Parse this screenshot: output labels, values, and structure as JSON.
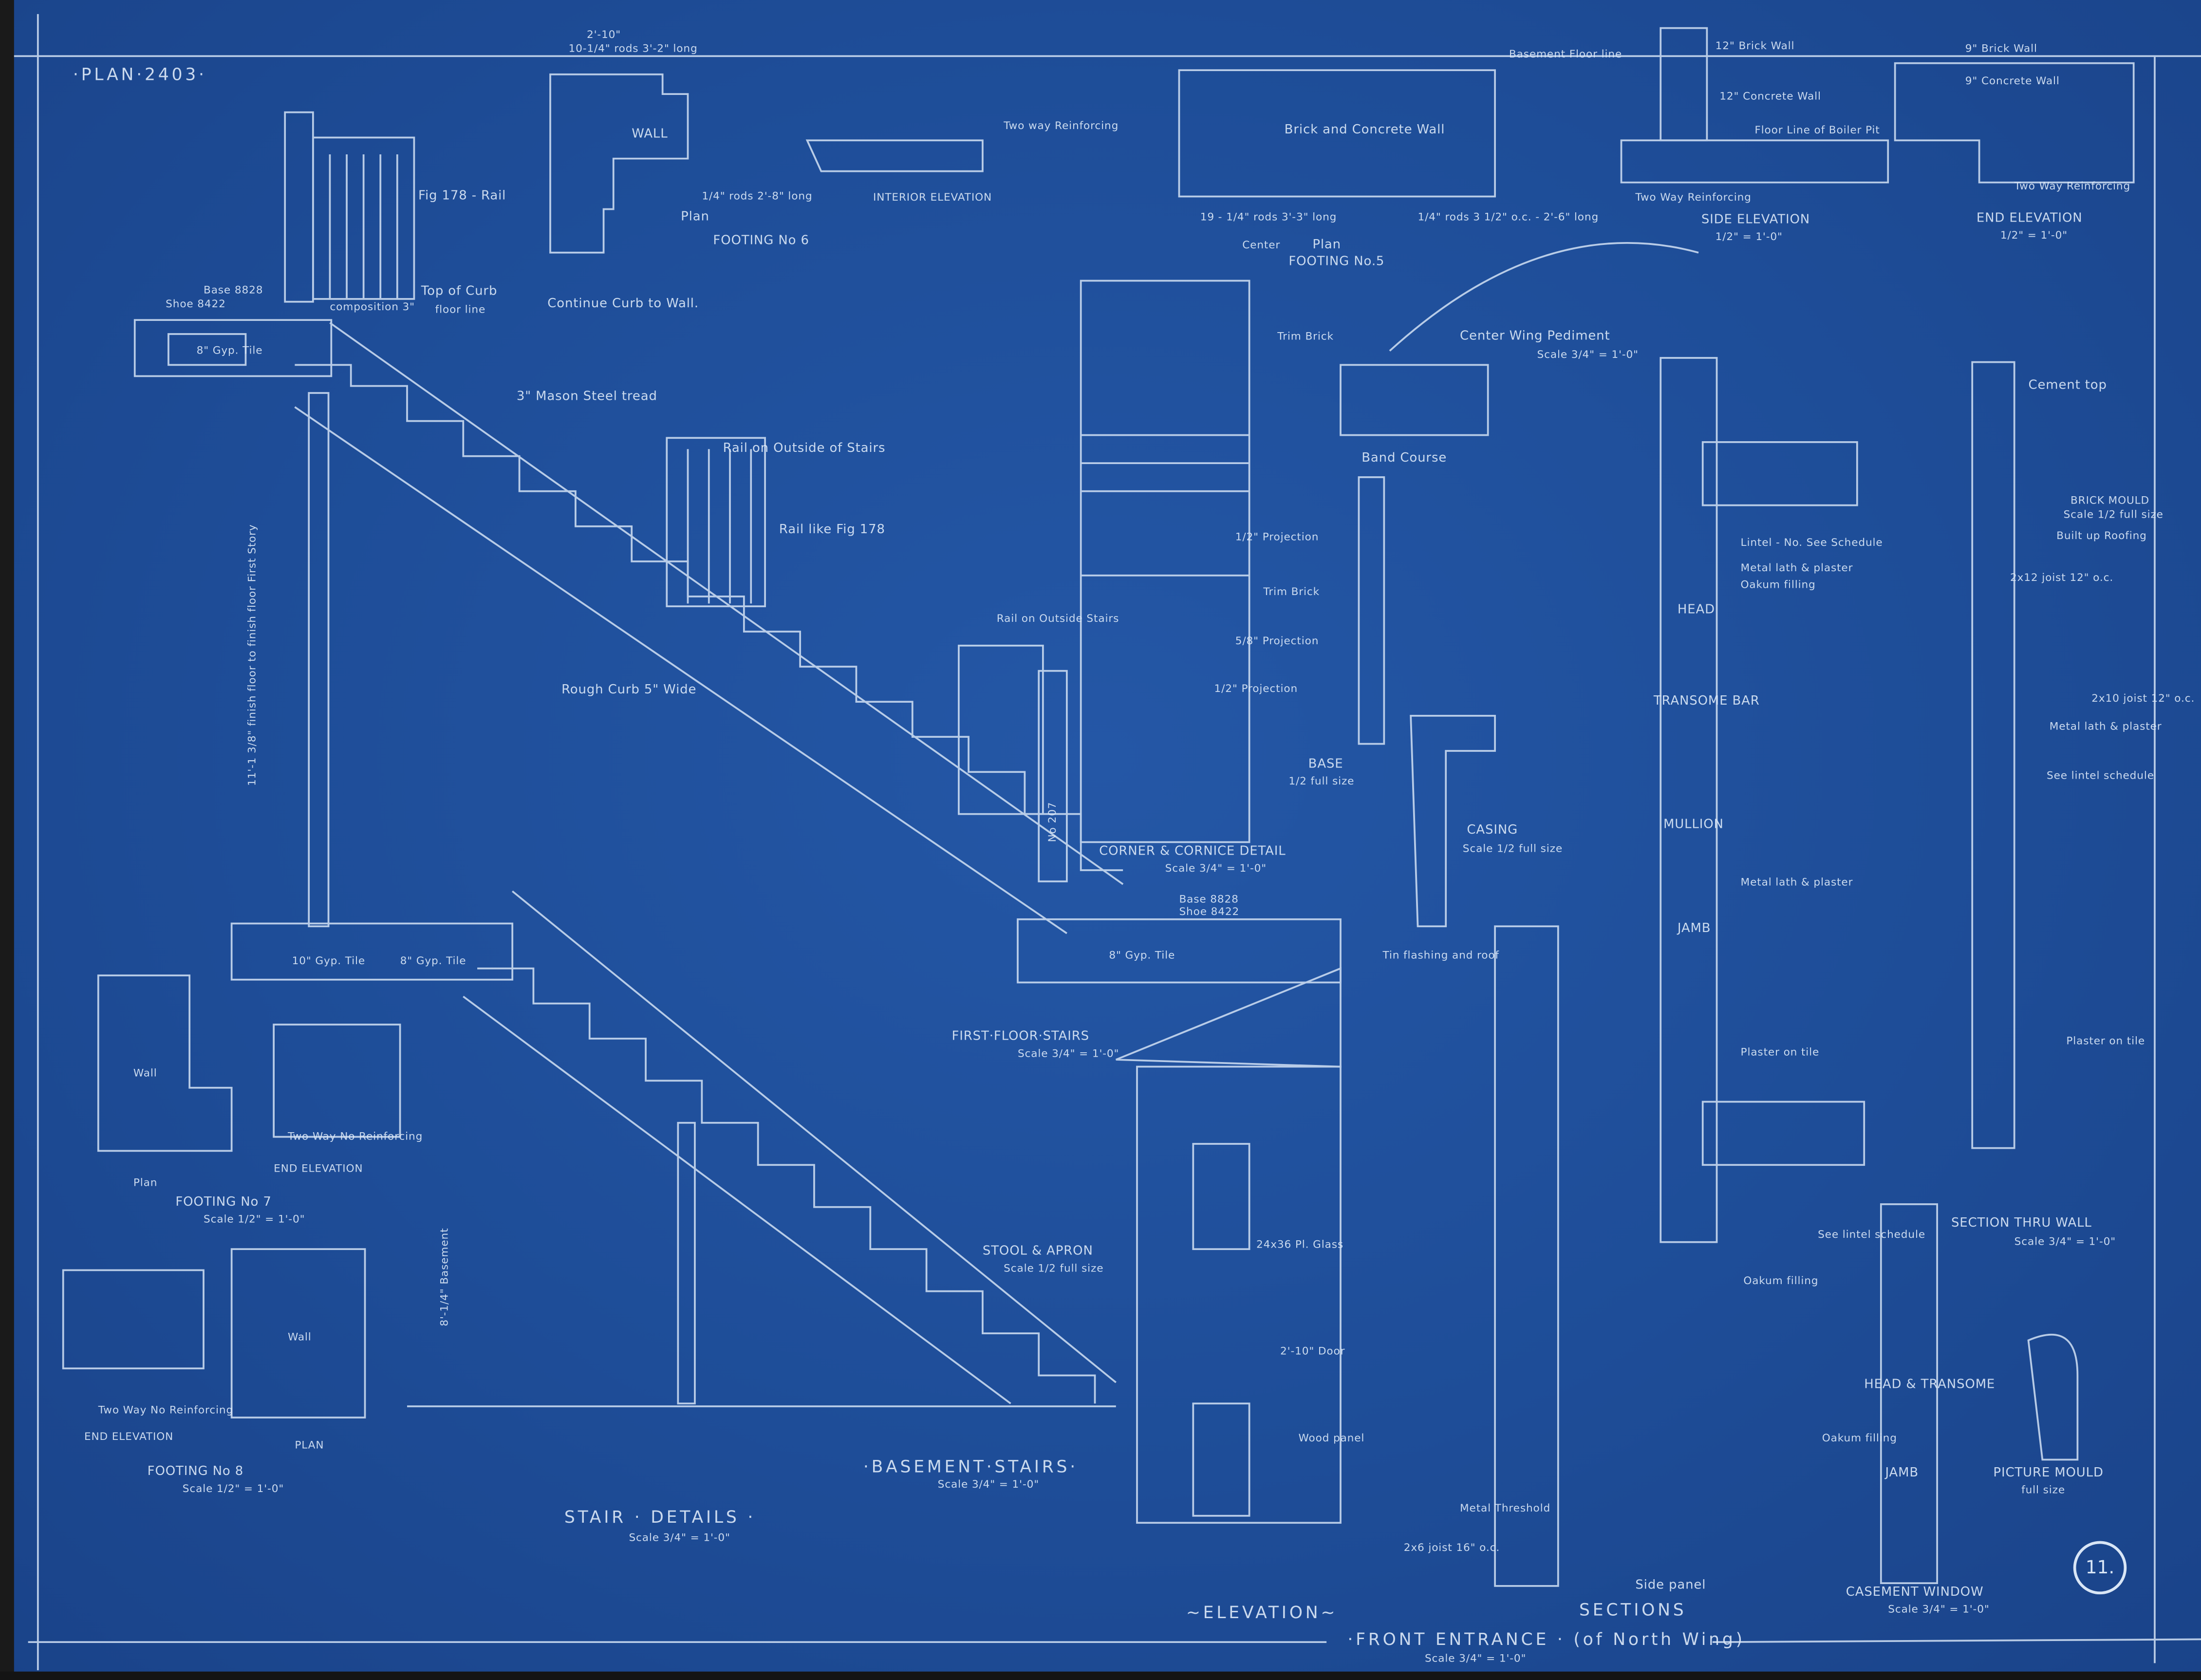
{
  "plan_number": "·PLAN·2403·",
  "sheet_number": "11.",
  "titles": {
    "stair_details": "STAIR · DETAILS ·",
    "stair_details_scale": "Scale 3/4\" = 1'-0\"",
    "first_floor_stairs": "FIRST·FLOOR·STAIRS",
    "first_floor_stairs_scale": "Scale 3/4\" = 1'-0\"",
    "basement_stairs": "·BASEMENT·STAIRS·",
    "basement_stairs_scale": "Scale 3/4\" = 1'-0\"",
    "front_entrance": "·FRONT ENTRANCE · (of North Wing)",
    "front_entrance_scale": "Scale 3/4\" = 1'-0\"",
    "elevation": "~ELEVATION~",
    "sections": "SECTIONS",
    "side_panel": "Side panel",
    "footing_6": "FOOTING No 6",
    "footing_5": "FOOTING No.5",
    "footing_7": "FOOTING No 7",
    "footing_7_scale": "Scale 1/2\" = 1'-0\"",
    "footing_8": "FOOTING No 8",
    "footing_8_scale": "Scale 1/2\" = 1'-0\"",
    "side_elevation": "SIDE ELEVATION",
    "side_elevation_scale": "1/2\" = 1'-0\"",
    "end_elevation": "END ELEVATION",
    "end_elevation_scale": "1/2\" = 1'-0\"",
    "corner_cornice": "CORNER & CORNICE DETAIL",
    "corner_cornice_scale": "Scale 3/4\" = 1'-0\"",
    "center_wing_pediment": "Center Wing Pediment",
    "center_wing_scale": "Scale 3/4\" = 1'-0\"",
    "band_course": "Band Course",
    "base": "BASE",
    "base_scale": "1/2 full size",
    "casing": "CASING",
    "casing_scale": "Scale 1/2 full size",
    "stool_apron": "STOOL & APRON",
    "stool_apron_scale": "Scale 1/2 full size",
    "section_thru_wall": "SECTION THRU WALL",
    "section_thru_wall_scale": "Scale 3/4\" = 1'-0\"",
    "casement_window": "CASEMENT WINDOW",
    "casement_window_scale": "Scale 3/4\" = 1'-0\"",
    "picture_mould": "PICTURE MOULD",
    "picture_mould_scale": "full size"
  },
  "notes": {
    "fig178_rail": "Fig 178 - Rail",
    "top_of_curb": "Top of Curb",
    "floor_line": "floor line",
    "composition": "composition 3\"",
    "continue_curb": "Continue Curb to Wall.",
    "base8828": "Base 8828",
    "shoe8422": "Shoe 8422",
    "wall": "WALL",
    "plan": "Plan",
    "rods_top": "10-1/4\" rods 3'-2\" long",
    "rods_28": "1/4\" rods 2'-8\" long",
    "dim_2_10": "2'-10\"",
    "interior_elevation": "INTERIOR ELEVATION",
    "two_way_reinforcing": "Two way Reinforcing",
    "brick_concrete_wall": "Brick and Concrete Wall",
    "rods_19": "19 - 1/4\" rods 3'-3\" long",
    "rods_oc": "1/4\" rods 3 1/2\" o.c. - 2'-6\" long",
    "center": "Center",
    "basement_floor_line": "Basement Floor line",
    "brick_wall_12": "12\" Brick Wall",
    "concrete_wall_12": "12\" Concrete Wall",
    "boiler_pit": "Floor Line of Boiler Pit",
    "two_way_reinf": "Two Way Reinforcing",
    "brick_wall_9": "9\" Brick Wall",
    "concrete_wall_9": "9\" Concrete Wall",
    "trim_brick": "Trim Brick",
    "projection_half": "1/2\" Projection",
    "projection_58": "5/8\" Projection",
    "gyp_tile_8": "8\" Gyp. Tile",
    "gyp_tile_10": "10\" Gyp. Tile",
    "mason_tread": "3\" Mason Steel tread",
    "rail_outside": "Rail on Outside of Stairs",
    "rail_like": "Rail like Fig 178",
    "rough_curb": "Rough Curb 5\" Wide",
    "rail_outside_2": "Rail on Outside Stairs",
    "finish_floor": "11'-1 3/8\" finish floor to finish floor First Story",
    "basement_height": "8'-1/4\" Basement",
    "newel": "No 207",
    "head": "HEAD",
    "transome_bar": "TRANSOME BAR",
    "mullion": "MULLION",
    "jamb": "JAMB",
    "lintel": "Lintel - No. See Schedule",
    "metal_lath": "Metal lath & plaster",
    "oakum": "Oakum filling",
    "cement_top": "Cement top",
    "brick_mould": "BRICK MOULD",
    "brick_mould_scale": "Scale 1/2 full size",
    "built_up_roofing": "Built up Roofing",
    "joist_12": "2x12 joist 12\" o.c.",
    "joist_10": "2x10 joist 12\" o.c.",
    "see_lintel": "See lintel schedule",
    "plaster_on_tile": "Plaster on tile",
    "tin_flashing": "Tin flashing and roof",
    "door": "2'-10\" Door",
    "wood_panel": "Wood panel",
    "glass": "24x36 Pl. Glass",
    "metal_threshold": "Metal Threshold",
    "joist_16": "2x6 joist 16\" o.c.",
    "head_transome": "HEAD & TRANSOME",
    "jamb2": "JAMB",
    "two_way_no_reinf": "Two Way No Reinforcing",
    "end_elevation_small": "END ELEVATION",
    "wall_small": "Wall",
    "plan_small": "PLAN"
  },
  "colors": {
    "paper": "#1e4d98",
    "ink": "#d9e6f6"
  }
}
